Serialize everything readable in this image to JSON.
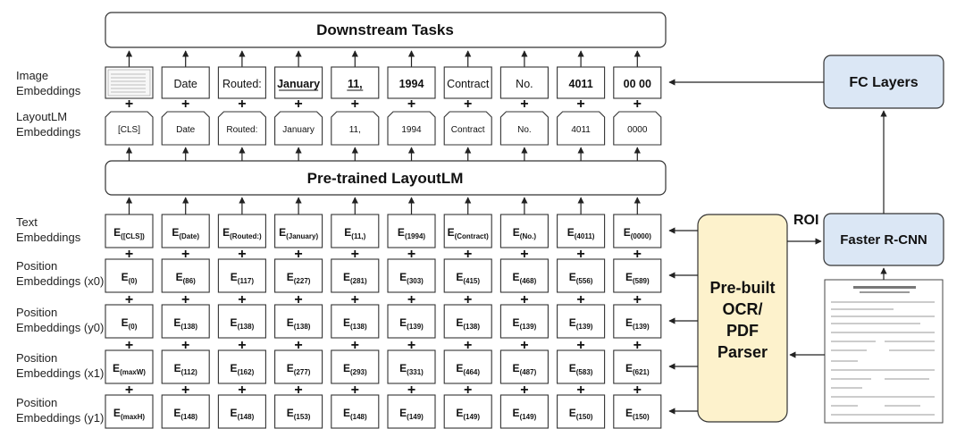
{
  "columns_count": 10,
  "downstream_tasks": "Downstream Tasks",
  "pretrained_layoutlm": "Pre-trained LayoutLM",
  "fc_layers": "FC Layers",
  "faster_rcnn": "Faster R-CNN",
  "roi": "ROI",
  "parser_lines": [
    "Pre-built",
    "OCR/",
    "PDF",
    "Parser"
  ],
  "plus": "+",
  "row_labels": {
    "image": [
      "Image",
      "Embeddings"
    ],
    "layoutlm": [
      "LayoutLM",
      "Embeddings"
    ],
    "text": [
      "Text",
      "Embeddings"
    ],
    "x0": [
      "Position",
      "Embeddings (x0)"
    ],
    "y0": [
      "Position",
      "Embeddings (y0)"
    ],
    "x1": [
      "Position",
      "Embeddings (x1)"
    ],
    "y1": [
      "Position",
      "Embeddings (y1)"
    ]
  },
  "image_tokens": [
    "",
    "Date",
    "Routed:",
    "January",
    "11,",
    "1994",
    "Contract",
    "No.",
    "4011",
    "00 00"
  ],
  "layoutlm_tokens": [
    "[CLS]",
    "Date",
    "Routed:",
    "January",
    "11,",
    "1994",
    "Contract",
    "No.",
    "4011",
    "0000"
  ],
  "text_subs": [
    "([CLS])",
    "(Date)",
    "(Routed:)",
    "(January)",
    "(11,)",
    "(1994)",
    "(Contract)",
    "(No.)",
    "(4011)",
    "(0000)"
  ],
  "x0_subs": [
    "(0)",
    "(86)",
    "(117)",
    "(227)",
    "(281)",
    "(303)",
    "(415)",
    "(468)",
    "(556)",
    "(589)"
  ],
  "y0_subs": [
    "(0)",
    "(138)",
    "(138)",
    "(138)",
    "(138)",
    "(139)",
    "(138)",
    "(139)",
    "(139)",
    "(139)"
  ],
  "x1_subs": [
    "(maxW)",
    "(112)",
    "(162)",
    "(277)",
    "(293)",
    "(331)",
    "(464)",
    "(487)",
    "(583)",
    "(621)"
  ],
  "y1_subs": [
    "(maxH)",
    "(148)",
    "(148)",
    "(153)",
    "(148)",
    "(149)",
    "(149)",
    "(149)",
    "(150)",
    "(150)"
  ],
  "embedding_prefix": "E",
  "colors": {
    "blue_box": "#dbe7f5",
    "parser_box": "#fdf2cc",
    "line": "#222222"
  }
}
